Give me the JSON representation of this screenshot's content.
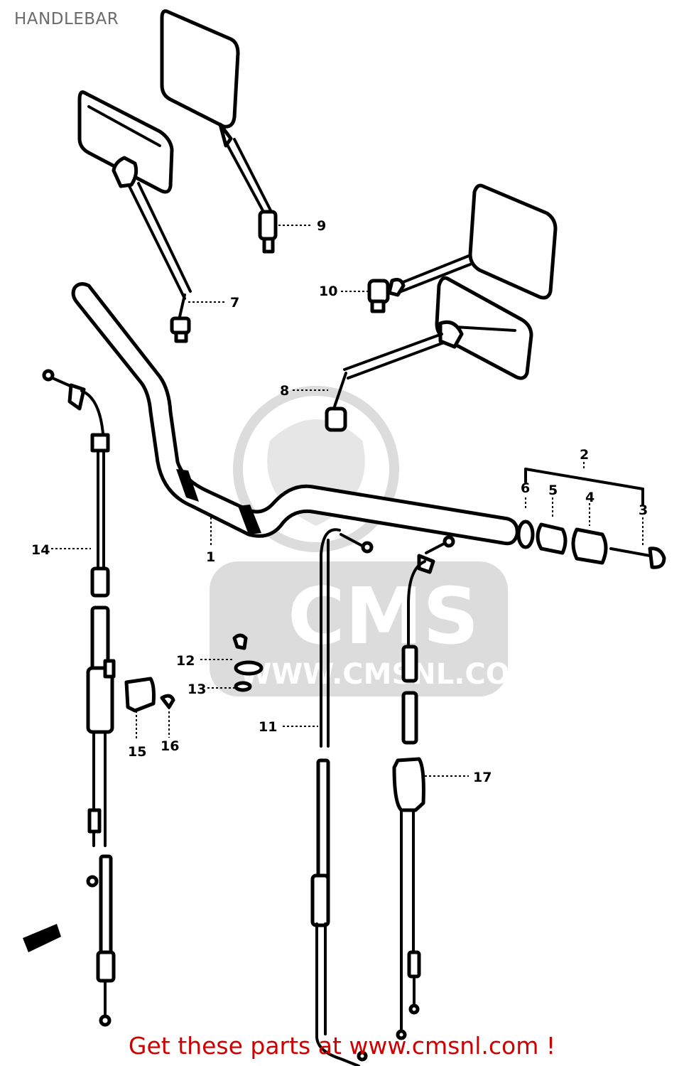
{
  "page": {
    "title": "HANDLEBAR",
    "footer_text": "Get these parts at www.cmsnl.com !",
    "footer_color": "#d10000"
  },
  "watermark": {
    "logo_text": "CMS",
    "url_text": "WWW.CMSNL.COM",
    "color": "#d8d8d8"
  },
  "callouts": {
    "c1": "1",
    "c2": "2",
    "c3": "3",
    "c4": "4",
    "c5": "5",
    "c6": "6",
    "c7": "7",
    "c8": "8",
    "c9": "9",
    "c10": "10",
    "c11": "11",
    "c12": "12",
    "c13": "13",
    "c14": "14",
    "c15": "15",
    "c16": "16",
    "c17": "17"
  }
}
